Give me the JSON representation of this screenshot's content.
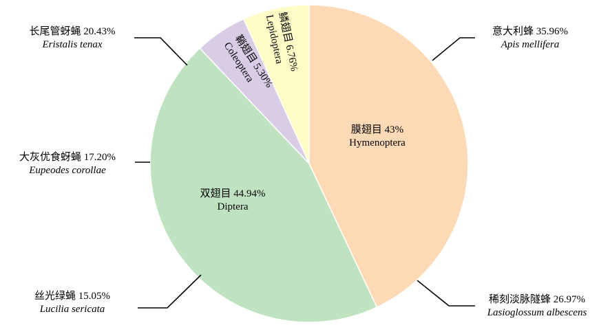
{
  "chart_data": {
    "type": "pie",
    "title": "",
    "slices": [
      {
        "name": "膜翅目 43%",
        "latin": "Hymenoptera",
        "value": 43.0,
        "color": "#FDD9B5"
      },
      {
        "name": "双翅目 44.94%",
        "latin": "Diptera",
        "value": 44.94,
        "color": "#BFE3C0"
      },
      {
        "name": "鞘翅目 5.30%",
        "latin": "Coleoptera",
        "value": 5.3,
        "color": "#D9CCE5"
      },
      {
        "name": "鳞翅目 6.76%",
        "latin": "Lepidoptera",
        "value": 6.76,
        "color": "#FEFDC8"
      }
    ],
    "annotations": [
      {
        "name": "意大利蜂 35.96%",
        "latin": "Apis mellifera"
      },
      {
        "name": "稀刻淡脉隧蜂 26.97%",
        "latin": "Lasioglossum albescens"
      },
      {
        "name": "长尾管蚜蝇 20.43%",
        "latin": "Eristalis tenax"
      },
      {
        "name": "大灰优食蚜蝇 17.20%",
        "latin": "Eupeodes corollae"
      },
      {
        "name": "丝光绿蝇 15.05%",
        "latin": "Lucilia sericata"
      }
    ]
  }
}
